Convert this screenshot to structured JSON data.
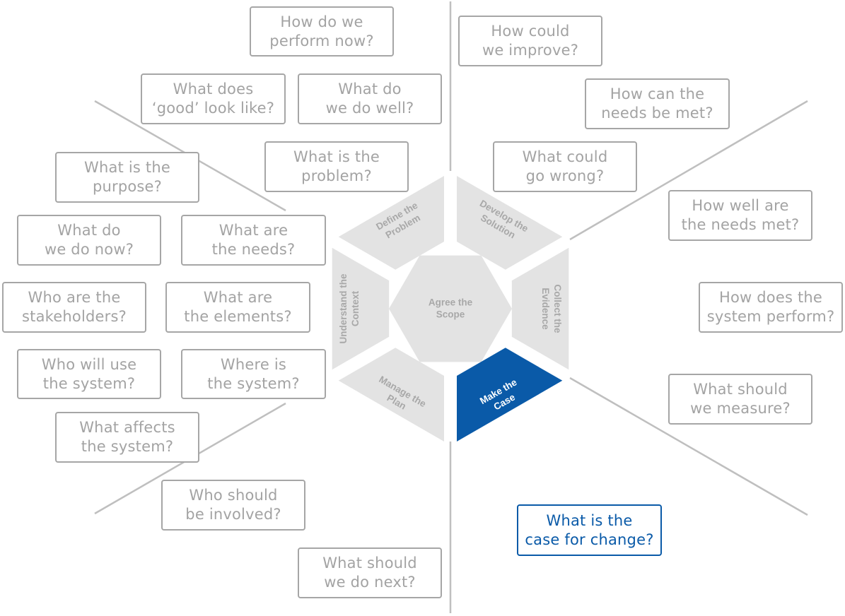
{
  "colors": {
    "segment_fill": "#e3e3e3",
    "segment_text": "#a8a8a8",
    "active_fill": "#0a5aa8",
    "active_text": "#ffffff",
    "box_border": "#a6a6a6",
    "box_text": "#a3a3a3",
    "active_box": "#0a5aa8",
    "line": "#bfbfbf"
  },
  "hub": {
    "center": [
      "Agree the",
      "Scope"
    ],
    "segments": [
      {
        "id": "define",
        "lines": [
          "Define the",
          "Problem"
        ],
        "active": false
      },
      {
        "id": "develop",
        "lines": [
          "Develop the",
          "Solution"
        ],
        "active": false
      },
      {
        "id": "collect",
        "lines": [
          "Collect the",
          "Evidence"
        ],
        "active": false
      },
      {
        "id": "make",
        "lines": [
          "Make the",
          "Case"
        ],
        "active": true
      },
      {
        "id": "manage",
        "lines": [
          "Manage the",
          "Plan"
        ],
        "active": false
      },
      {
        "id": "understand",
        "lines": [
          "Understand the",
          "Context"
        ],
        "active": false
      }
    ]
  },
  "questions": [
    {
      "lines": [
        "How do we",
        "perform now?"
      ]
    },
    {
      "lines": [
        "What does",
        "‘good’ look like?"
      ]
    },
    {
      "lines": [
        "What do",
        "we do well?"
      ]
    },
    {
      "lines": [
        "What is the",
        "problem?"
      ]
    },
    {
      "lines": [
        "What is the",
        "purpose?"
      ]
    },
    {
      "lines": [
        "What do",
        "we do now?"
      ]
    },
    {
      "lines": [
        "What are",
        "the needs?"
      ]
    },
    {
      "lines": [
        "Who are the",
        "stakeholders?"
      ]
    },
    {
      "lines": [
        "What are",
        "the elements?"
      ]
    },
    {
      "lines": [
        "Who will use",
        "the system?"
      ]
    },
    {
      "lines": [
        "Where is",
        "the system?"
      ]
    },
    {
      "lines": [
        "What affects",
        "the system?"
      ]
    },
    {
      "lines": [
        "Who should",
        "be involved?"
      ]
    },
    {
      "lines": [
        "What should",
        "we do next?"
      ]
    },
    {
      "lines": [
        "How could",
        "we improve?"
      ]
    },
    {
      "lines": [
        "How can the",
        "needs be met?"
      ]
    },
    {
      "lines": [
        "What could",
        "go wrong?"
      ]
    },
    {
      "lines": [
        "How well are",
        "the needs met?"
      ]
    },
    {
      "lines": [
        "How does the",
        "system perform?"
      ]
    },
    {
      "lines": [
        "What should",
        "we measure?"
      ]
    },
    {
      "lines": [
        "What is the",
        "case for change?"
      ],
      "active": true
    }
  ]
}
